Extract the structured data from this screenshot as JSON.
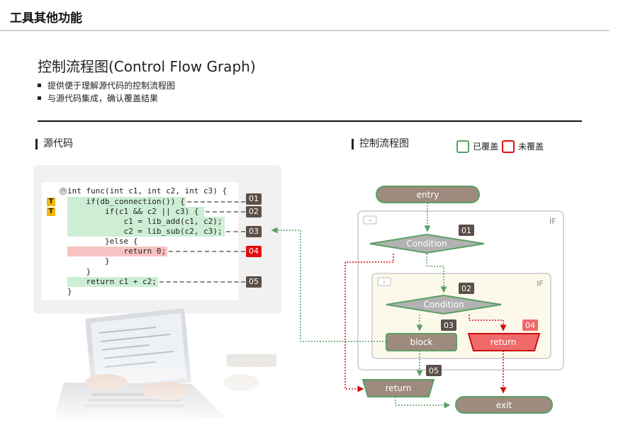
{
  "page": {
    "title": "工具其他功能"
  },
  "section": {
    "heading": "控制流程图(Control Flow Graph)",
    "bullets": [
      "提供便于理解源代码的控制流程图",
      "与源代码集成，确认覆盖结果"
    ]
  },
  "source_panel": {
    "label": "源代码",
    "code_lines": [
      "int func(int c1, int c2, int c3) {",
      "    if(db_connection()) {",
      "        if(c1 && c2 || c3) {",
      "            c1 = lib_add(c1, c2);",
      "            c2 = lib_sub(c2, c3);",
      "        }else {",
      "            return 0;",
      "        }",
      "    }",
      "    return c1 + c2;",
      "}"
    ],
    "t_markers": [
      "T",
      "T"
    ],
    "badges": [
      "01",
      "02",
      "03",
      "04",
      "05"
    ],
    "fold_symbol": "⊖"
  },
  "cfg_panel": {
    "label": "控制流程图",
    "legend": {
      "covered": "已覆盖",
      "uncovered": "未覆盖"
    },
    "nodes": {
      "entry": "entry",
      "condition_outer": "Condition",
      "condition_inner": "Condition",
      "block": "block",
      "return_red": "return",
      "return_gray": "return",
      "exit": "exit"
    },
    "if_boxes": {
      "collapse": "-",
      "label": "IF"
    },
    "badges": [
      "01",
      "02",
      "03",
      "04",
      "05"
    ]
  },
  "colors": {
    "covered": "#5aa064",
    "uncovered": "#e30d0d",
    "node_fill": "#9e8b7e",
    "badge_dark": "#5b5049",
    "highlight_green": "#cdeed5",
    "highlight_red": "#f8c2c2"
  }
}
